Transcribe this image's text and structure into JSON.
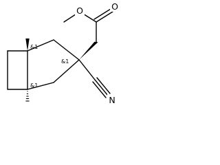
{
  "molecule": {
    "atom_labels": {
      "ester_oxygen": "O",
      "carbonyl_oxygen": "O",
      "nitrile_nitrogen": "N"
    },
    "stereo_labels": {
      "bridgehead_top": "&1",
      "bridgehead_bottom": "&1",
      "quaternary_carbon": "&1"
    }
  }
}
